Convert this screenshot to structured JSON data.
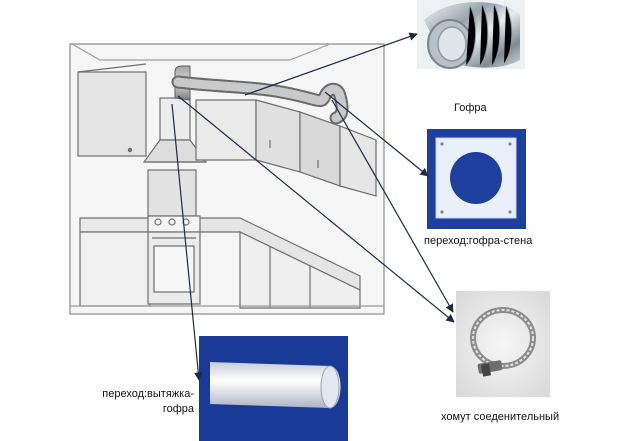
{
  "labels": {
    "corrugated_pipe": "Гофра",
    "pipe_wall_adapter": "переход:гофра-стена",
    "hood_pipe_adapter": "переход:вытяжка-гофра",
    "connecting_clamp": "хомут соеденительный"
  },
  "colors": {
    "background": "#ffffff",
    "sketch_line": "#6f6f6f",
    "duct": "#8a8a8a",
    "plate_blue": "#1d3f9e",
    "pipe_blue": "#1a3a98",
    "arrow": "#1e2a40"
  }
}
